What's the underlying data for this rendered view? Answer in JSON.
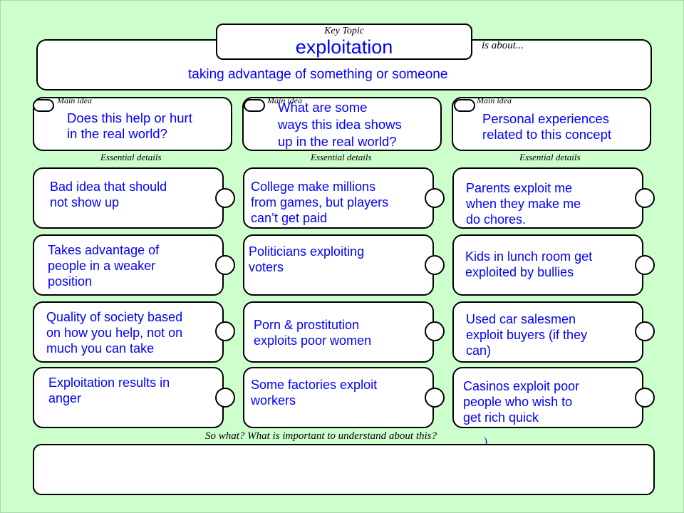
{
  "key_topic": {
    "label": "Key Topic",
    "term": "exploitation",
    "is_about_label": "is about...",
    "definition": "taking advantage of something or someone"
  },
  "main_ideas": [
    {
      "label": "Main idea",
      "text": "Does this help or hurt\nin the real world?"
    },
    {
      "label": "Main idea",
      "text": "What are some\nways this idea shows\nup in the real world?"
    },
    {
      "label": "Main idea",
      "text": "Personal experiences\nrelated to this concept"
    }
  ],
  "essential_details_label": "Essential details",
  "columns": [
    {
      "details": [
        "Bad idea that should\nnot show up",
        "Takes advantage of\npeople in a weaker\nposition",
        "Quality of society based\non how you help, not on\nmuch you can take",
        "Exploitation results in\nanger"
      ]
    },
    {
      "details": [
        "College make millions\nfrom games, but players\ncan’t get paid",
        "Politicians exploiting\nvoters",
        "Porn & prostitution\nexploits poor women",
        "Some factories exploit\nworkers"
      ]
    },
    {
      "details": [
        "Parents exploit me\nwhen they make me\ndo chores.",
        "Kids in lunch room get\nexploited by bullies",
        "Used car salesmen\nexploit buyers (if they\ncan)",
        "Casinos exploit poor\npeople who wish to\nget rich quick"
      ]
    }
  ],
  "so_what": {
    "label": "So what?  What is important to understand about this?",
    "stray_mark": ")",
    "answer": ""
  },
  "colors": {
    "background": "#ccffcc",
    "box_fill": "#ffffff",
    "text_blue": "#0000ff",
    "outline": "#000000"
  }
}
